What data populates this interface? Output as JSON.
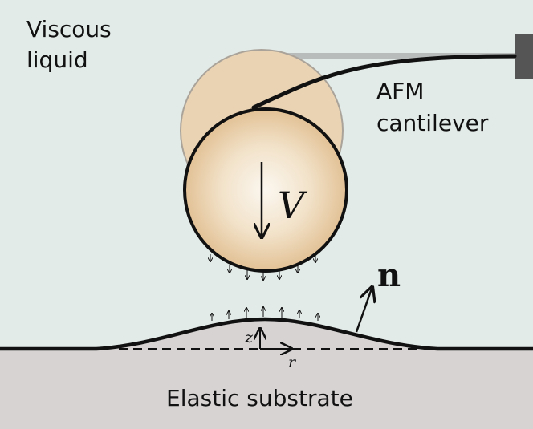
{
  "labels": {
    "liquid_line1": "Viscous",
    "liquid_line2": "liquid",
    "cantilever_line1": "AFM",
    "cantilever_line2": "cantilever",
    "velocity": "V",
    "normal": "n",
    "axis_z": "z",
    "axis_r": "r",
    "substrate": "Elastic substrate"
  },
  "colors": {
    "liquid": "#e3ebe8",
    "substrate": "#d7d3d3",
    "sphere_center": "#fbf7f0",
    "sphere_edge": "#e5c49a",
    "ghost_sphere": "#e9d3b3",
    "line": "#111111",
    "holder": "#555555",
    "ghost_cantilever": "#b8bcbb"
  }
}
